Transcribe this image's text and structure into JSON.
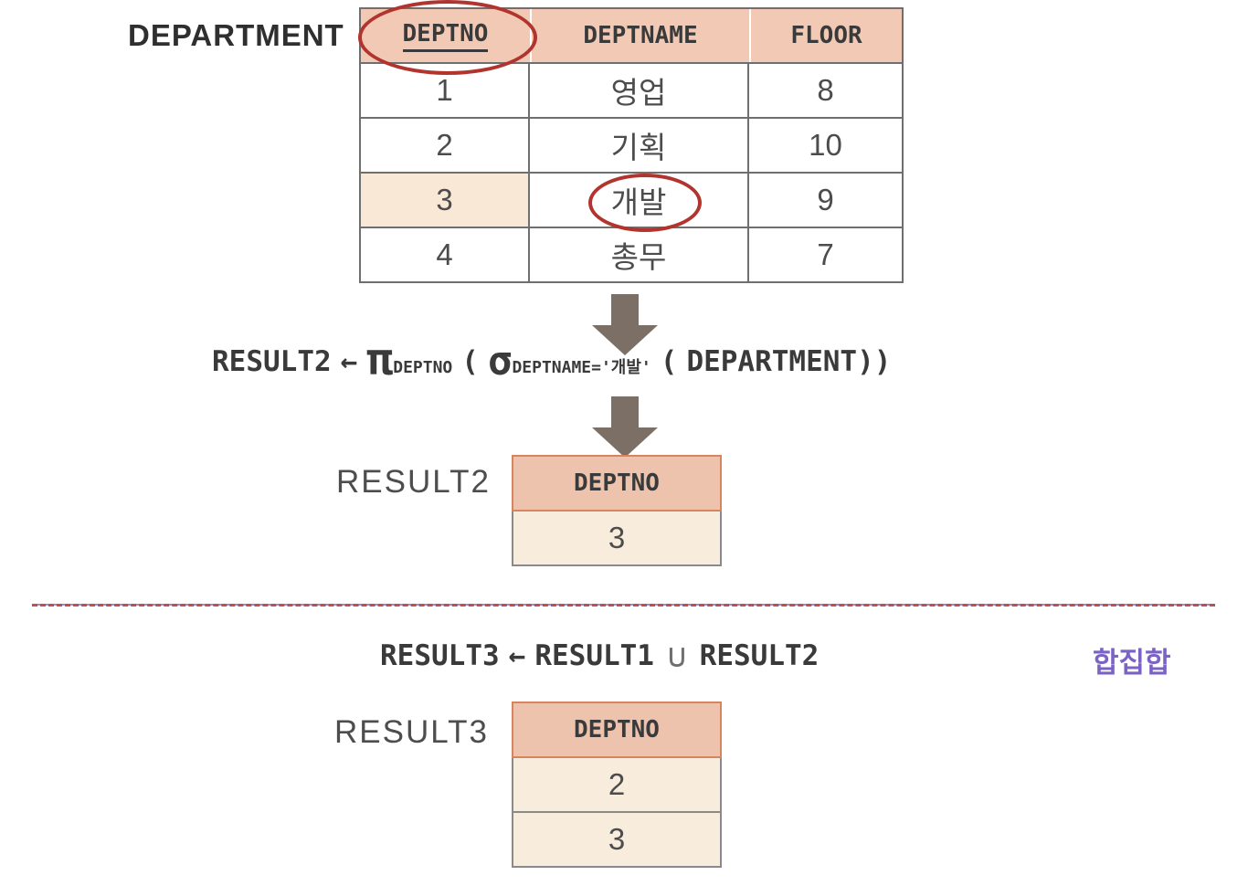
{
  "colors": {
    "header_fill": "#f2c9b4",
    "result_header_fill": "#edc3ad",
    "result_header_border": "#d8845f",
    "row_fill": "#f8ecdc",
    "highlight_fill": "#f9e8d6",
    "accent_red": "#b2342e",
    "arrow_gray": "#7b6f66",
    "union_purple": "#7a63c5",
    "divider_purple": "#9a90c9",
    "divider_red": "#c0504d"
  },
  "department": {
    "label": "DEPARTMENT",
    "columns": [
      "DEPTNO",
      "DEPTNAME",
      "FLOOR"
    ],
    "rows": [
      [
        "1",
        "영업",
        "8"
      ],
      [
        "2",
        "기획",
        "10"
      ],
      [
        "3",
        "개발",
        "9"
      ],
      [
        "4",
        "총무",
        "7"
      ]
    ]
  },
  "formula1": {
    "target": "RESULT2",
    "assign": "←",
    "pi": "π",
    "pi_sub": "DEPTNO",
    "lparen1": "(",
    "sigma": "σ",
    "sigma_sub": "DEPTNAME='개발'",
    "lparen2": "(",
    "relation": "DEPARTMENT",
    "rparens": "))"
  },
  "result2": {
    "label": "RESULT2",
    "column": "DEPTNO",
    "rows": [
      "3"
    ]
  },
  "formula2": {
    "target": "RESULT3",
    "assign": "←",
    "operand1": "RESULT1",
    "operator": "∪",
    "operand2": "RESULT2",
    "annotation": "합집합"
  },
  "result3": {
    "label": "RESULT3",
    "column": "DEPTNO",
    "rows": [
      "2",
      "3"
    ]
  }
}
